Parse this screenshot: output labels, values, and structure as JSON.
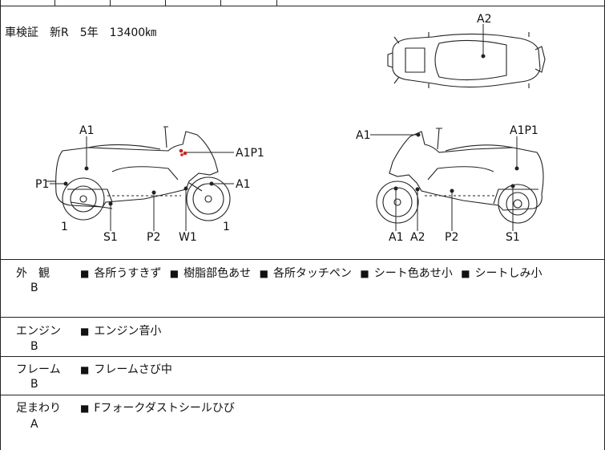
{
  "registration": {
    "text": "車検証　新R　5年　13400㎞"
  },
  "diagram": {
    "top_view_labels": [
      "A2"
    ],
    "left_view_labels": {
      "a1": "A1",
      "a1p1": "A1P1",
      "p1": "P1",
      "a1_right": "A1",
      "one_left": "1",
      "s1": "S1",
      "p2": "P2",
      "w1": "W1",
      "one_right": "1"
    },
    "right_view_labels": {
      "a1": "A1",
      "a1p1": "A1P1",
      "a1_bottom": "A1",
      "a2": "A2",
      "p2": "P2",
      "s1": "S1"
    }
  },
  "sections": [
    {
      "label": "外　観",
      "grade": "B",
      "items": [
        "各所うすきず",
        "樹脂部色あせ",
        "各所タッチペン",
        "シート色あせ小",
        "シートしみ小"
      ]
    },
    {
      "label": "エンジン",
      "grade": "B",
      "items": [
        "エンジン音小"
      ]
    },
    {
      "label": "フレーム",
      "grade": "B",
      "items": [
        "フレームさび中"
      ]
    },
    {
      "label": "足まわり",
      "grade": "A",
      "items": [
        "Fフォークダストシールひび"
      ]
    }
  ],
  "colors": {
    "line": "#222222",
    "marker": "#cc2222"
  }
}
